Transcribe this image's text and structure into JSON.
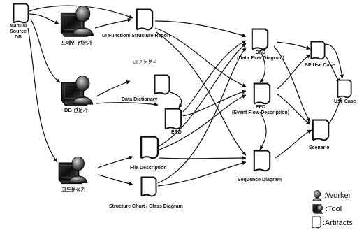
{
  "diagram": {
    "source": {
      "manual_source_db": "Manual\nSource\nDB"
    },
    "workers": {
      "domain_expert": "도메인 전문가",
      "db_expert": "DB 전문가",
      "code_analyzer": "코드분석기"
    },
    "artifacts": {
      "ui_function_structure_report": "UI Function/ Structure Report",
      "ui_function_analysis": "UI 기능분석",
      "data_dictionary": "Data Dictionary",
      "erd": "ERD",
      "file_description": "File Description",
      "structure_chart_class_diagram": "Structure Chart / Class Diagram",
      "dfd": "DFD\n(Data Flow Diagram)",
      "efd": "EFD\n(Event Flow Description)",
      "sequence_diagram": "Sequence Diagram",
      "bp_use_case": "BP Use Case",
      "use_case": "Use Case",
      "scenario": "Scenario"
    },
    "legend": {
      "worker": ":Worker",
      "tool": ":Tool",
      "artifacts": ":Artifacts"
    }
  }
}
